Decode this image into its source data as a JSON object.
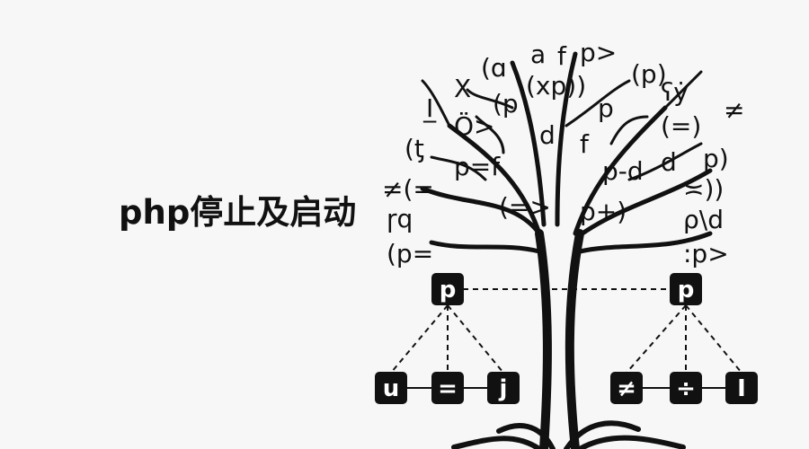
{
  "title": "php停止及启动",
  "tree": {
    "parents": [
      "p",
      "p"
    ],
    "left_children": [
      "u",
      "=",
      "j"
    ],
    "right_children": [
      "≠",
      "÷",
      "I"
    ],
    "canopy_symbols": [
      "(ɑ",
      "a",
      "f",
      "p>",
      "(p)",
      "X",
      "(xp))",
      "I̲",
      "(p",
      "Ö>",
      "p",
      "ʕẏ",
      "(ƫ",
      "d",
      "f",
      "(=)",
      "≠",
      "p=f",
      "p-d",
      "d",
      "p)",
      "≠(=",
      "(=>",
      "p+)",
      "≍))",
      "ɼq",
      "ρ\\d",
      "(p=",
      ":p>"
    ]
  },
  "colors": {
    "ink": "#111111",
    "background": "#f7f7f7",
    "node_fill": "#111111",
    "node_text": "#ffffff"
  }
}
